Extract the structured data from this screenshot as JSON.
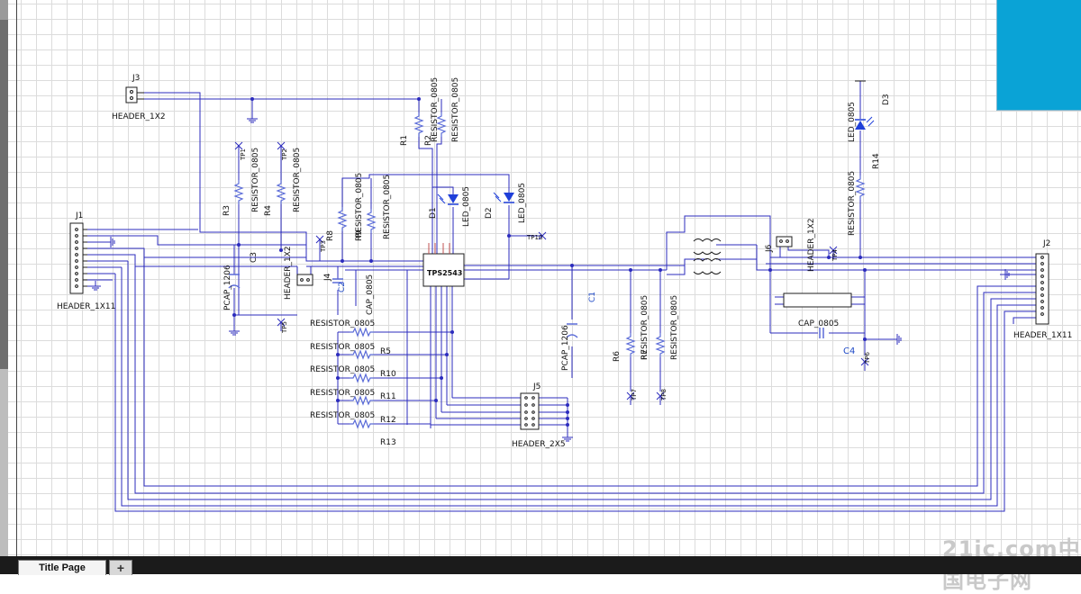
{
  "colors": {
    "wire": "#2b2bbd",
    "part": "#1c1c1c",
    "resistor": "#5a6bd8",
    "label": "#111111",
    "label_blue": "#1f4ac7",
    "led": "#1f3fd9",
    "panel": "#0aa3d6"
  },
  "tabs": {
    "title_page": "Title Page",
    "add": "+"
  },
  "watermark": "21ic.com中国电子网",
  "components": {
    "j3": {
      "ref": "J3",
      "value": "HEADER_1X2"
    },
    "j1": {
      "ref": "J1",
      "value": "HEADER_1X11"
    },
    "j2": {
      "ref": "J2",
      "value": "HEADER_1X11"
    },
    "j4": {
      "ref": "J4",
      "value": "HEADER_1X2"
    },
    "j5": {
      "ref": "J5",
      "value": "HEADER_2X5"
    },
    "j6": {
      "ref": "J6",
      "value": "HEADER_1X2"
    },
    "r1": {
      "ref": "R1",
      "value": "RESISTOR_0805"
    },
    "r2": {
      "ref": "R2",
      "value": "RESISTOR_0805"
    },
    "r3": {
      "ref": "R3",
      "value": "RESISTOR_0805"
    },
    "r4": {
      "ref": "R4",
      "value": "RESISTOR_0805"
    },
    "r5": {
      "ref": "R5",
      "value": "RESISTOR_0805"
    },
    "r6": {
      "ref": "R6",
      "value": "RESISTOR_0805"
    },
    "r7": {
      "ref": "R7",
      "value": "RESISTOR_0805"
    },
    "r8": {
      "ref": "R8",
      "value": "RESISTOR_0805"
    },
    "r9": {
      "ref": "R9",
      "value": "RESISTOR_0805"
    },
    "r10": {
      "ref": "R10",
      "value": "RESISTOR_0805"
    },
    "r11": {
      "ref": "R11",
      "value": "RESISTOR_0805"
    },
    "r12": {
      "ref": "R12",
      "value": "RESISTOR_0805"
    },
    "r13": {
      "ref": "R13",
      "value": "RESISTOR_0805"
    },
    "r14": {
      "ref": "R14",
      "value": "RESISTOR_0805"
    },
    "c1": {
      "ref": "C1",
      "value": "PCAP_1206"
    },
    "c2": {
      "ref": "C2",
      "value": "CAP_0805"
    },
    "c3": {
      "ref": "C3",
      "value": "PCAP_1206"
    },
    "c4": {
      "ref": "C4",
      "value": "CAP_0805"
    },
    "d1": {
      "ref": "D1",
      "value": "LED_0805"
    },
    "d2": {
      "ref": "D2",
      "value": "LED_0805"
    },
    "d3": {
      "ref": "D3",
      "value": "LED_0805"
    },
    "u1": {
      "value": "TPS2543"
    },
    "tp1": {
      "ref": "TP1"
    },
    "tp2": {
      "ref": "TP2"
    },
    "tp3": {
      "ref": "TP3"
    },
    "tp4": {
      "ref": "TP4"
    },
    "tp5": {
      "ref": "TP5"
    },
    "tp6": {
      "ref": "TP6"
    },
    "tp7": {
      "ref": "TP7"
    },
    "tp8": {
      "ref": "TP8"
    },
    "tp10": {
      "ref": "TP10"
    }
  }
}
